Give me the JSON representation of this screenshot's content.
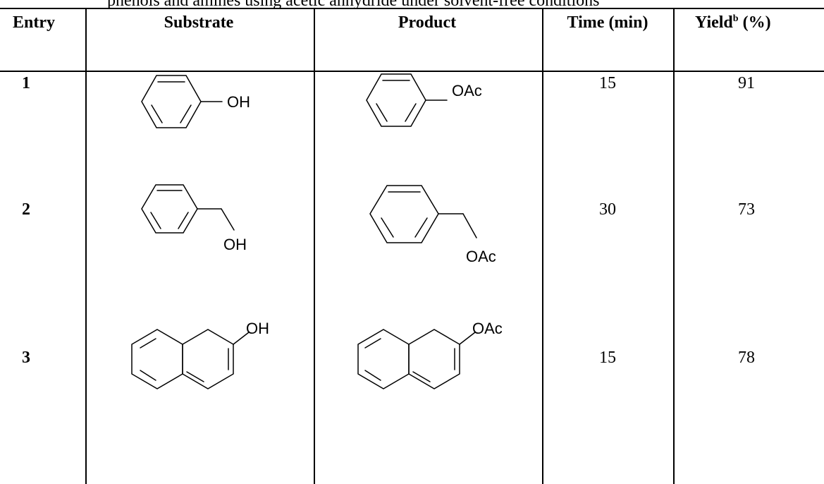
{
  "caption": "phenols and amines using acetic anhydride under solvent-free conditions",
  "table": {
    "headers": {
      "entry": "Entry",
      "substrate": "Substrate",
      "product": "Product",
      "time": "Time (min)",
      "yield_main": "Yield",
      "yield_sup": "b",
      "yield_unit": " (%)"
    },
    "rows": [
      {
        "entry": "1",
        "substrate_group": "OH",
        "product_group": "OAc",
        "time": "15",
        "yield": "91"
      },
      {
        "entry": "2",
        "substrate_group": "OH",
        "product_group": "OAc",
        "time": "30",
        "yield": "73"
      },
      {
        "entry": "3",
        "substrate_group": "OH",
        "product_group": "OAc",
        "time": "15",
        "yield": "78"
      }
    ]
  }
}
